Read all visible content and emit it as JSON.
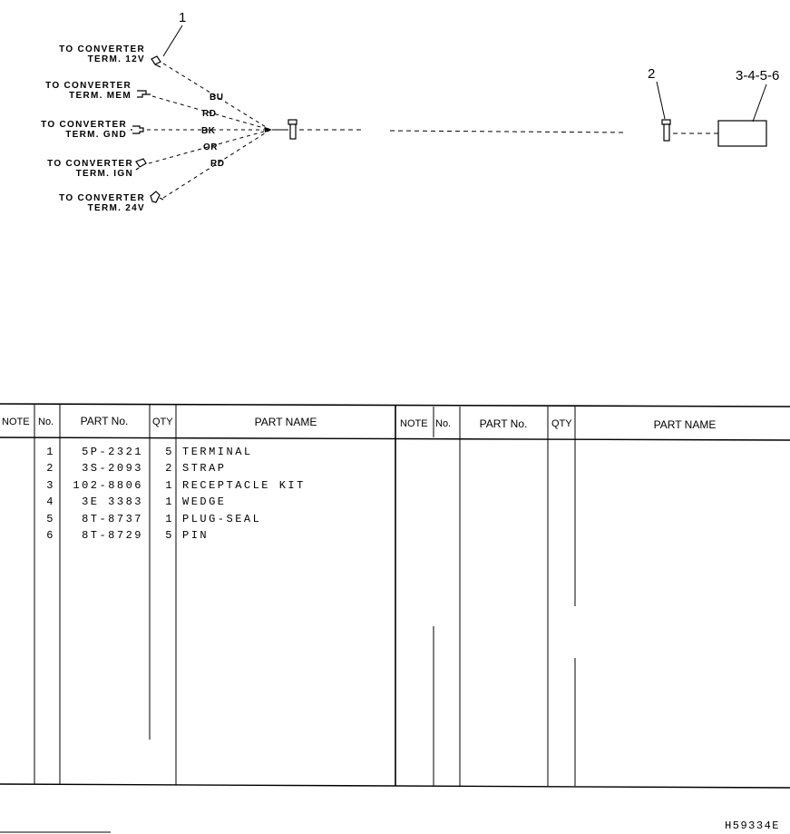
{
  "diagram": {
    "callouts": {
      "item1": "1",
      "item2": "2",
      "items3456": "3-4-5-6"
    },
    "connections": [
      {
        "line1": "TO CONVERTER",
        "line2": "TERM. 12V"
      },
      {
        "line1": "TO CONVERTER",
        "line2": "TERM. MEM"
      },
      {
        "line1": "TO CONVERTER",
        "line2": "TERM. GND"
      },
      {
        "line1": "TO CONVERTER",
        "line2": "TERM. IGN"
      },
      {
        "line1": "TO CONVERTER",
        "line2": "TERM. 24V"
      }
    ],
    "wire_colors": [
      "BU",
      "RD",
      "BK",
      "OR",
      "RD"
    ]
  },
  "table": {
    "left_headers": {
      "note": "NOTE",
      "no": "No.",
      "part_no": "PART No.",
      "qty": "QTY",
      "part_name": "PART NAME"
    },
    "right_headers": {
      "note": "NOTE",
      "no": "No.",
      "part_no": "PART No.",
      "qty": "QTY",
      "part_name": "PART NAME"
    },
    "rows": [
      {
        "no": "1",
        "part_no": "5P-2321",
        "qty": "5",
        "part_name": "TERMINAL"
      },
      {
        "no": "2",
        "part_no": "3S-2093",
        "qty": "2",
        "part_name": "STRAP"
      },
      {
        "no": "3",
        "part_no": "102-8806",
        "qty": "1",
        "part_name": "RECEPTACLE KIT"
      },
      {
        "no": "4",
        "part_no": "3E 3383",
        "qty": "1",
        "part_name": "WEDGE"
      },
      {
        "no": "5",
        "part_no": "8T-8737",
        "qty": "1",
        "part_name": "PLUG-SEAL"
      },
      {
        "no": "6",
        "part_no": "8T-8729",
        "qty": "5",
        "part_name": "PIN"
      }
    ]
  },
  "footer": {
    "doc_id": "H59334E"
  }
}
